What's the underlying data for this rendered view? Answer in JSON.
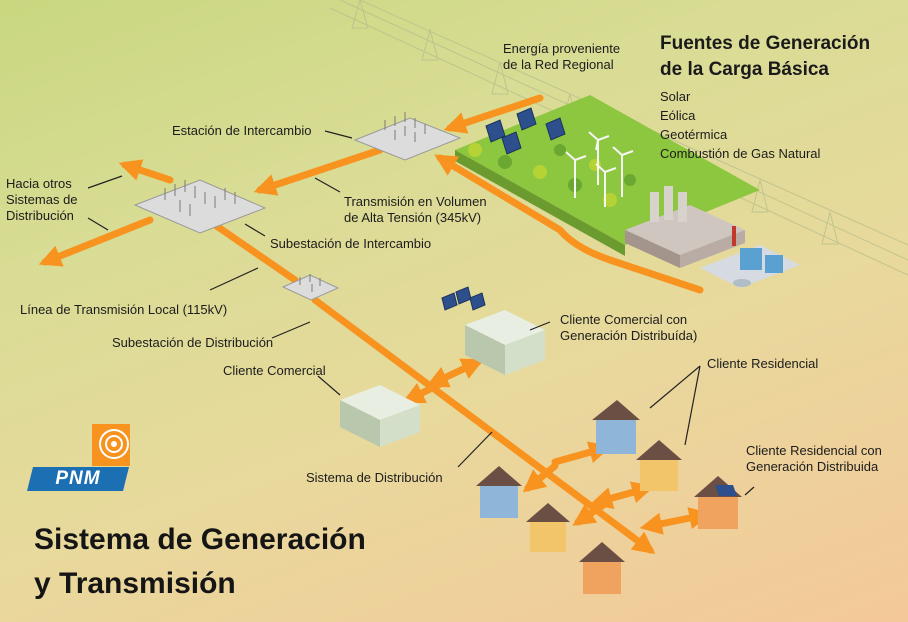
{
  "title": "Sistema de Generación\ny Transmisión",
  "logo_text": "PNM",
  "generation_sources": {
    "heading": "Fuentes de Generación\nde la Carga Básica",
    "items": [
      "Solar",
      "Eólica",
      "Geotérmica",
      "Combustión de Gas Natural"
    ]
  },
  "labels": {
    "regional_grid": "Energía proveniente\nde la Red Regional",
    "interchange_station": "Estación de Intercambio",
    "other_systems": "Hacia otros\nSistemas de\nDistribución",
    "bulk_transmission": "Transmisión en Volumen\nde Alta Tensión (345kV)",
    "interchange_substation": "Subestación de Intercambio",
    "local_transmission": "Línea de Transmisión Local (115kV)",
    "distribution_substation": "Subestación de Distribución",
    "commercial_dg_customer": "Cliente Comercial con\nGeneración Distribuída)",
    "residential_customer": "Cliente Residencial",
    "commercial_customer": "Cliente Comercial",
    "residential_dg_customer": "Cliente Residencial con\nGeneración Distribuida",
    "distribution_system": "Sistema de Distribución"
  },
  "colors": {
    "flow_arrow": "#f7931e",
    "pointer_line": "#222222",
    "ground_green": "#8dc63f",
    "substation": "#dcdcdc",
    "building_green": "#d3dfc9",
    "house_blue": "#8fb6d8",
    "house_yellow": "#f3c56b",
    "house_orange": "#f0a35e",
    "logo_blue": "#1c6fb3",
    "logo_orange": "#f7931e"
  }
}
